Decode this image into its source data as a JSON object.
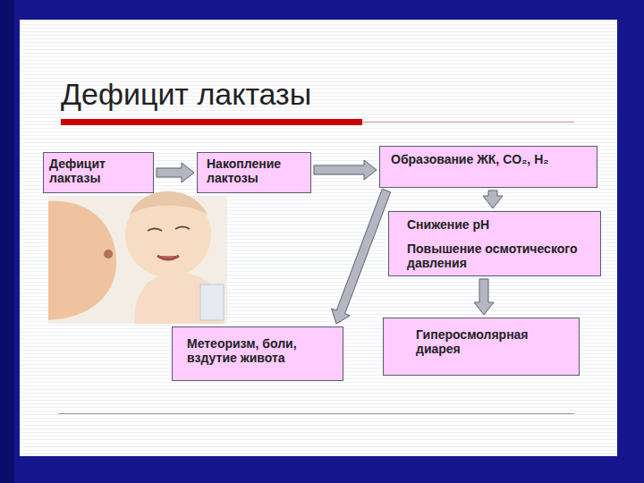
{
  "diagram": {
    "title": "Дефицит лактазы",
    "nodes": [
      {
        "text": [
          "Дефицит лактазы"
        ]
      },
      {
        "text": [
          "Накопление лактозы"
        ]
      },
      {
        "text": [
          "Образование ЖК, CO₂, H₂"
        ]
      },
      {
        "text": [
          "Снижение рН",
          "Повышение осмотического давления"
        ]
      },
      {
        "text": [
          "Метеоризм, боли, вздутие живота"
        ]
      },
      {
        "text": [
          "Гиперосмолярная диарея"
        ]
      }
    ],
    "edges": [
      {
        "from": 0,
        "to": 1,
        "arrow": "to"
      },
      {
        "from": 1,
        "to": 2,
        "arrow": "to"
      },
      {
        "from": 2,
        "to": 3,
        "arrow": "to"
      },
      {
        "from": 2,
        "to": 4,
        "arrow": "to"
      },
      {
        "from": 3,
        "to": 5,
        "arrow": "to"
      }
    ]
  }
}
